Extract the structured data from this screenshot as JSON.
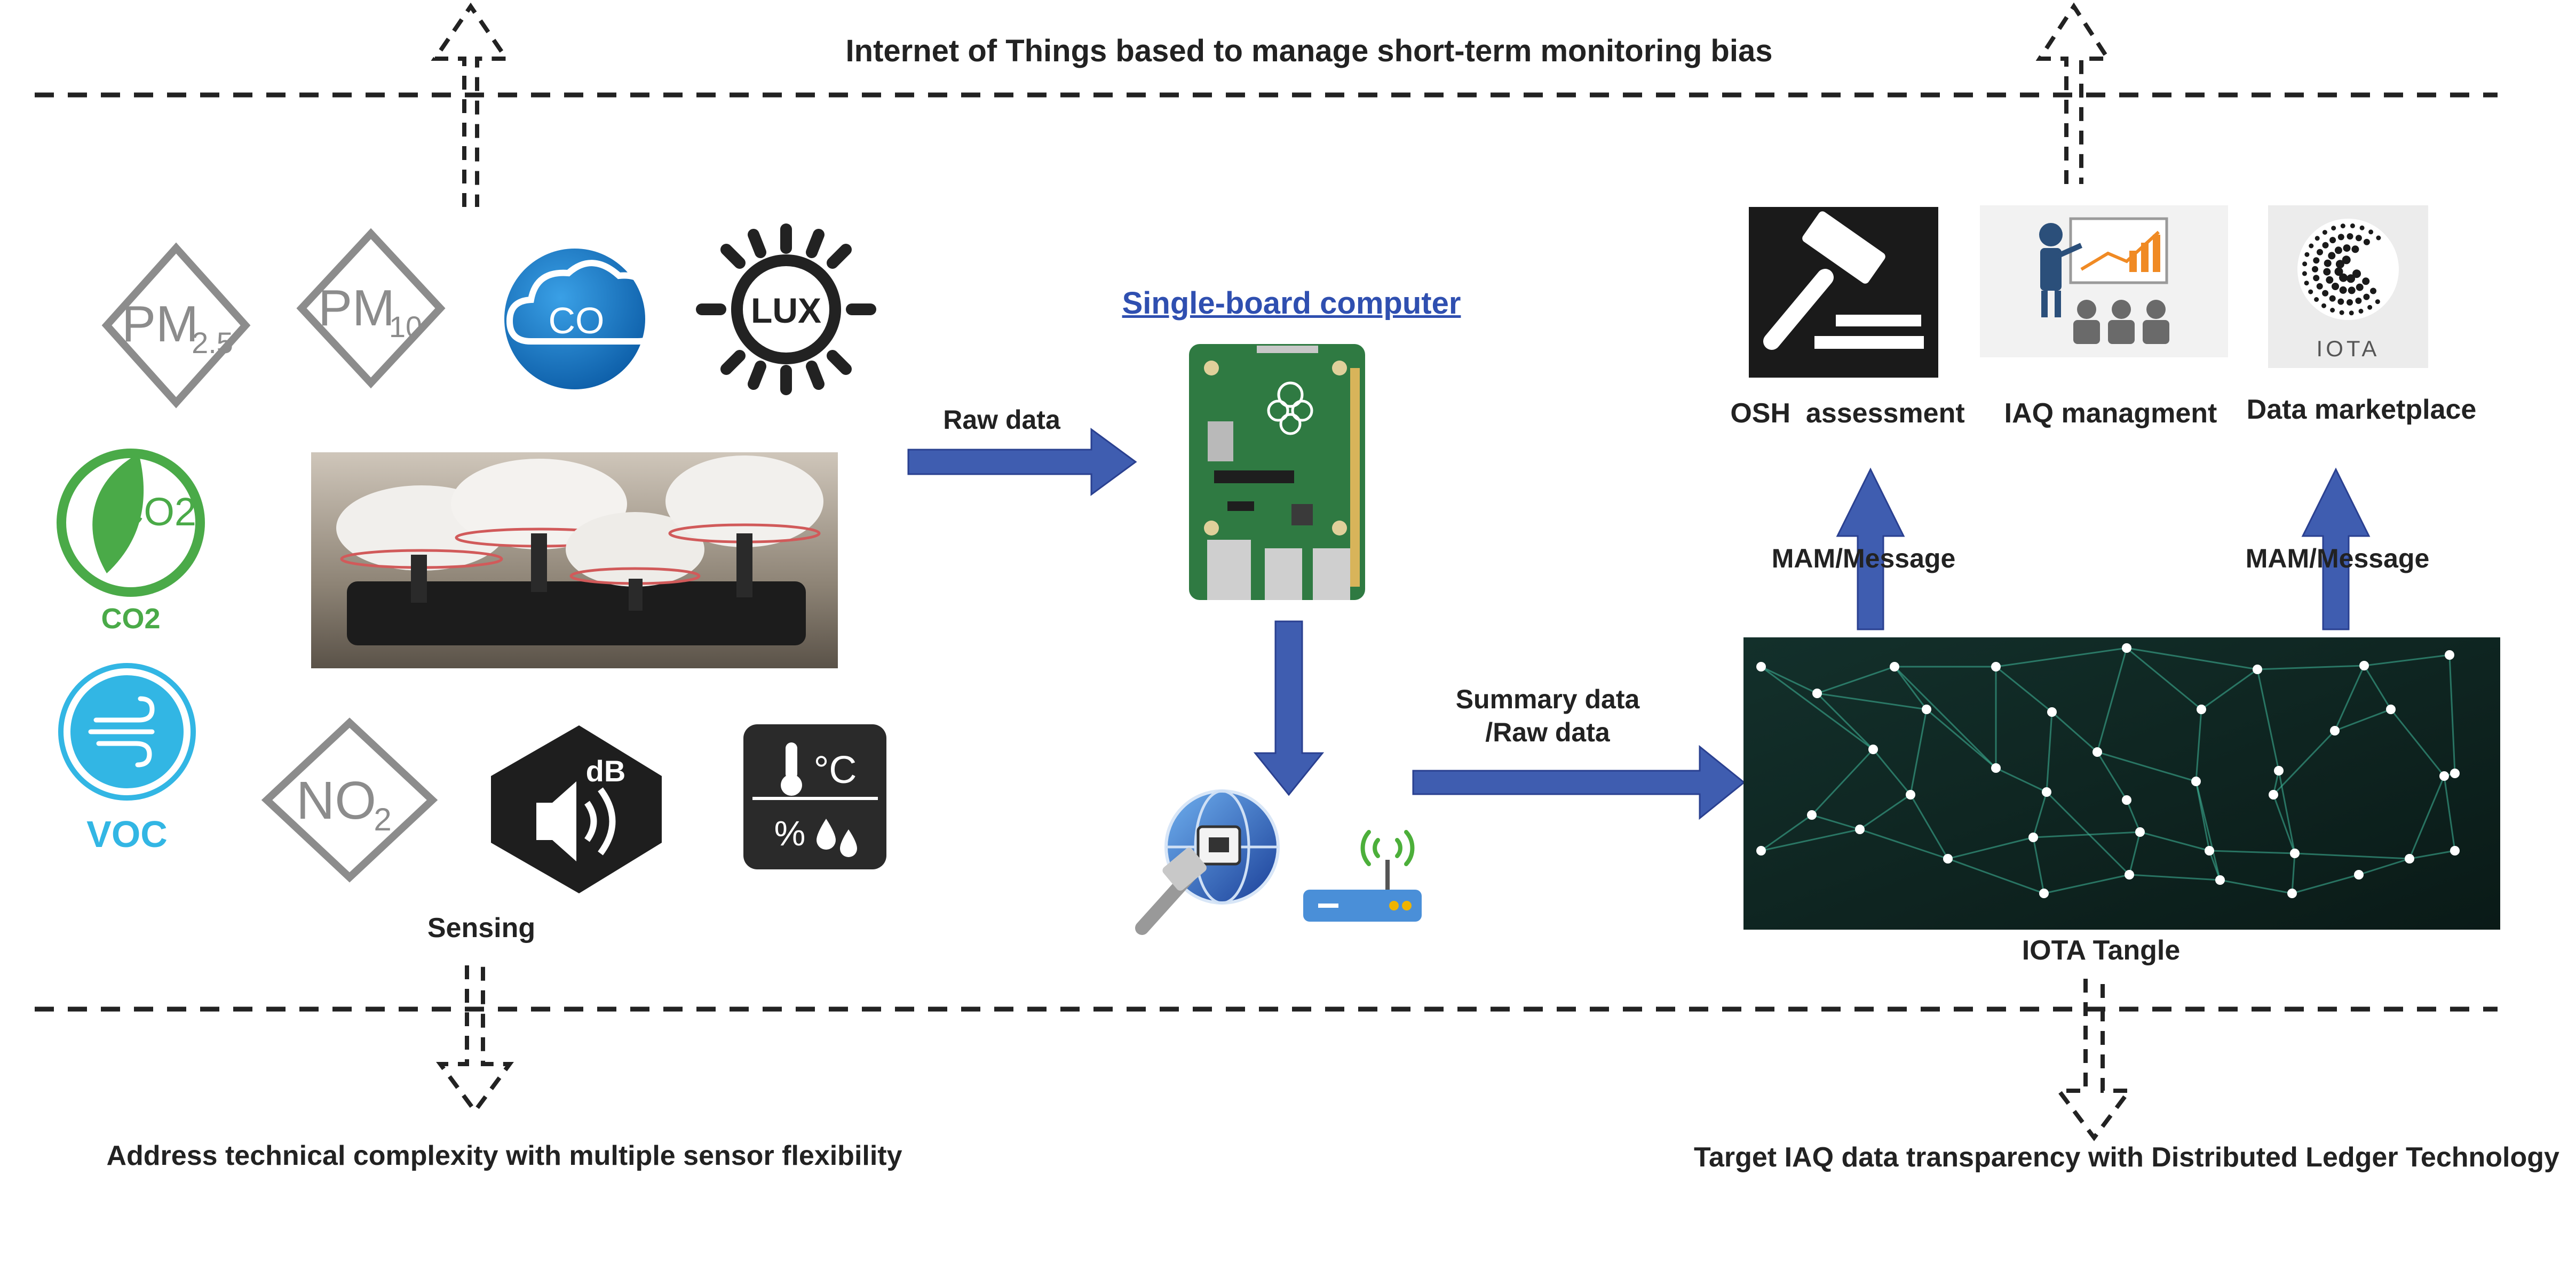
{
  "header": {
    "title": "Internet of Things based to manage short-term monitoring bias"
  },
  "footer": {
    "left_caption": "Address technical complexity with multiple sensor flexibility",
    "right_caption": "Target IAQ data transparency with Distributed Ledger Technology"
  },
  "sensors": {
    "caption": "Sensing",
    "pm25": {
      "main": "PM",
      "sub": "2.5"
    },
    "pm10": {
      "main": "PM",
      "sub": "10"
    },
    "co": "CO",
    "lux": "LUX",
    "co2": {
      "badge": "CO2",
      "caption": "CO2"
    },
    "voc": "VOC",
    "no2": {
      "main": "NO",
      "sub": "2"
    },
    "db": "dB",
    "temp": {
      "unit": "°C",
      "percent": "%"
    }
  },
  "sbc": {
    "title": "Single-board computer",
    "raw_arrow_label": "Raw data"
  },
  "network": {
    "summary_label_line1": "Summary data",
    "summary_label_line2": "/Raw data"
  },
  "tangle": {
    "caption": "IOTA Tangle",
    "mam_left": "MAM/Message",
    "mam_right": "MAM/Message"
  },
  "apps": [
    {
      "label": "OSH  assessment",
      "icon": "gavel-icon"
    },
    {
      "label": "IAQ managment",
      "icon": "presentation-icon"
    },
    {
      "label": "Data marketplace",
      "icon": "iota-logo",
      "logo_text": "IOTA"
    }
  ],
  "colors": {
    "arrow_blue": "#3f5db0",
    "link_blue": "#2f4fb0",
    "sensor_gray": "#8c8c8c",
    "co2_green": "#4aaa48",
    "voc_cyan": "#32b6e4",
    "tangle_bg": "#0e2420",
    "pcb_green": "#2f7a42"
  }
}
